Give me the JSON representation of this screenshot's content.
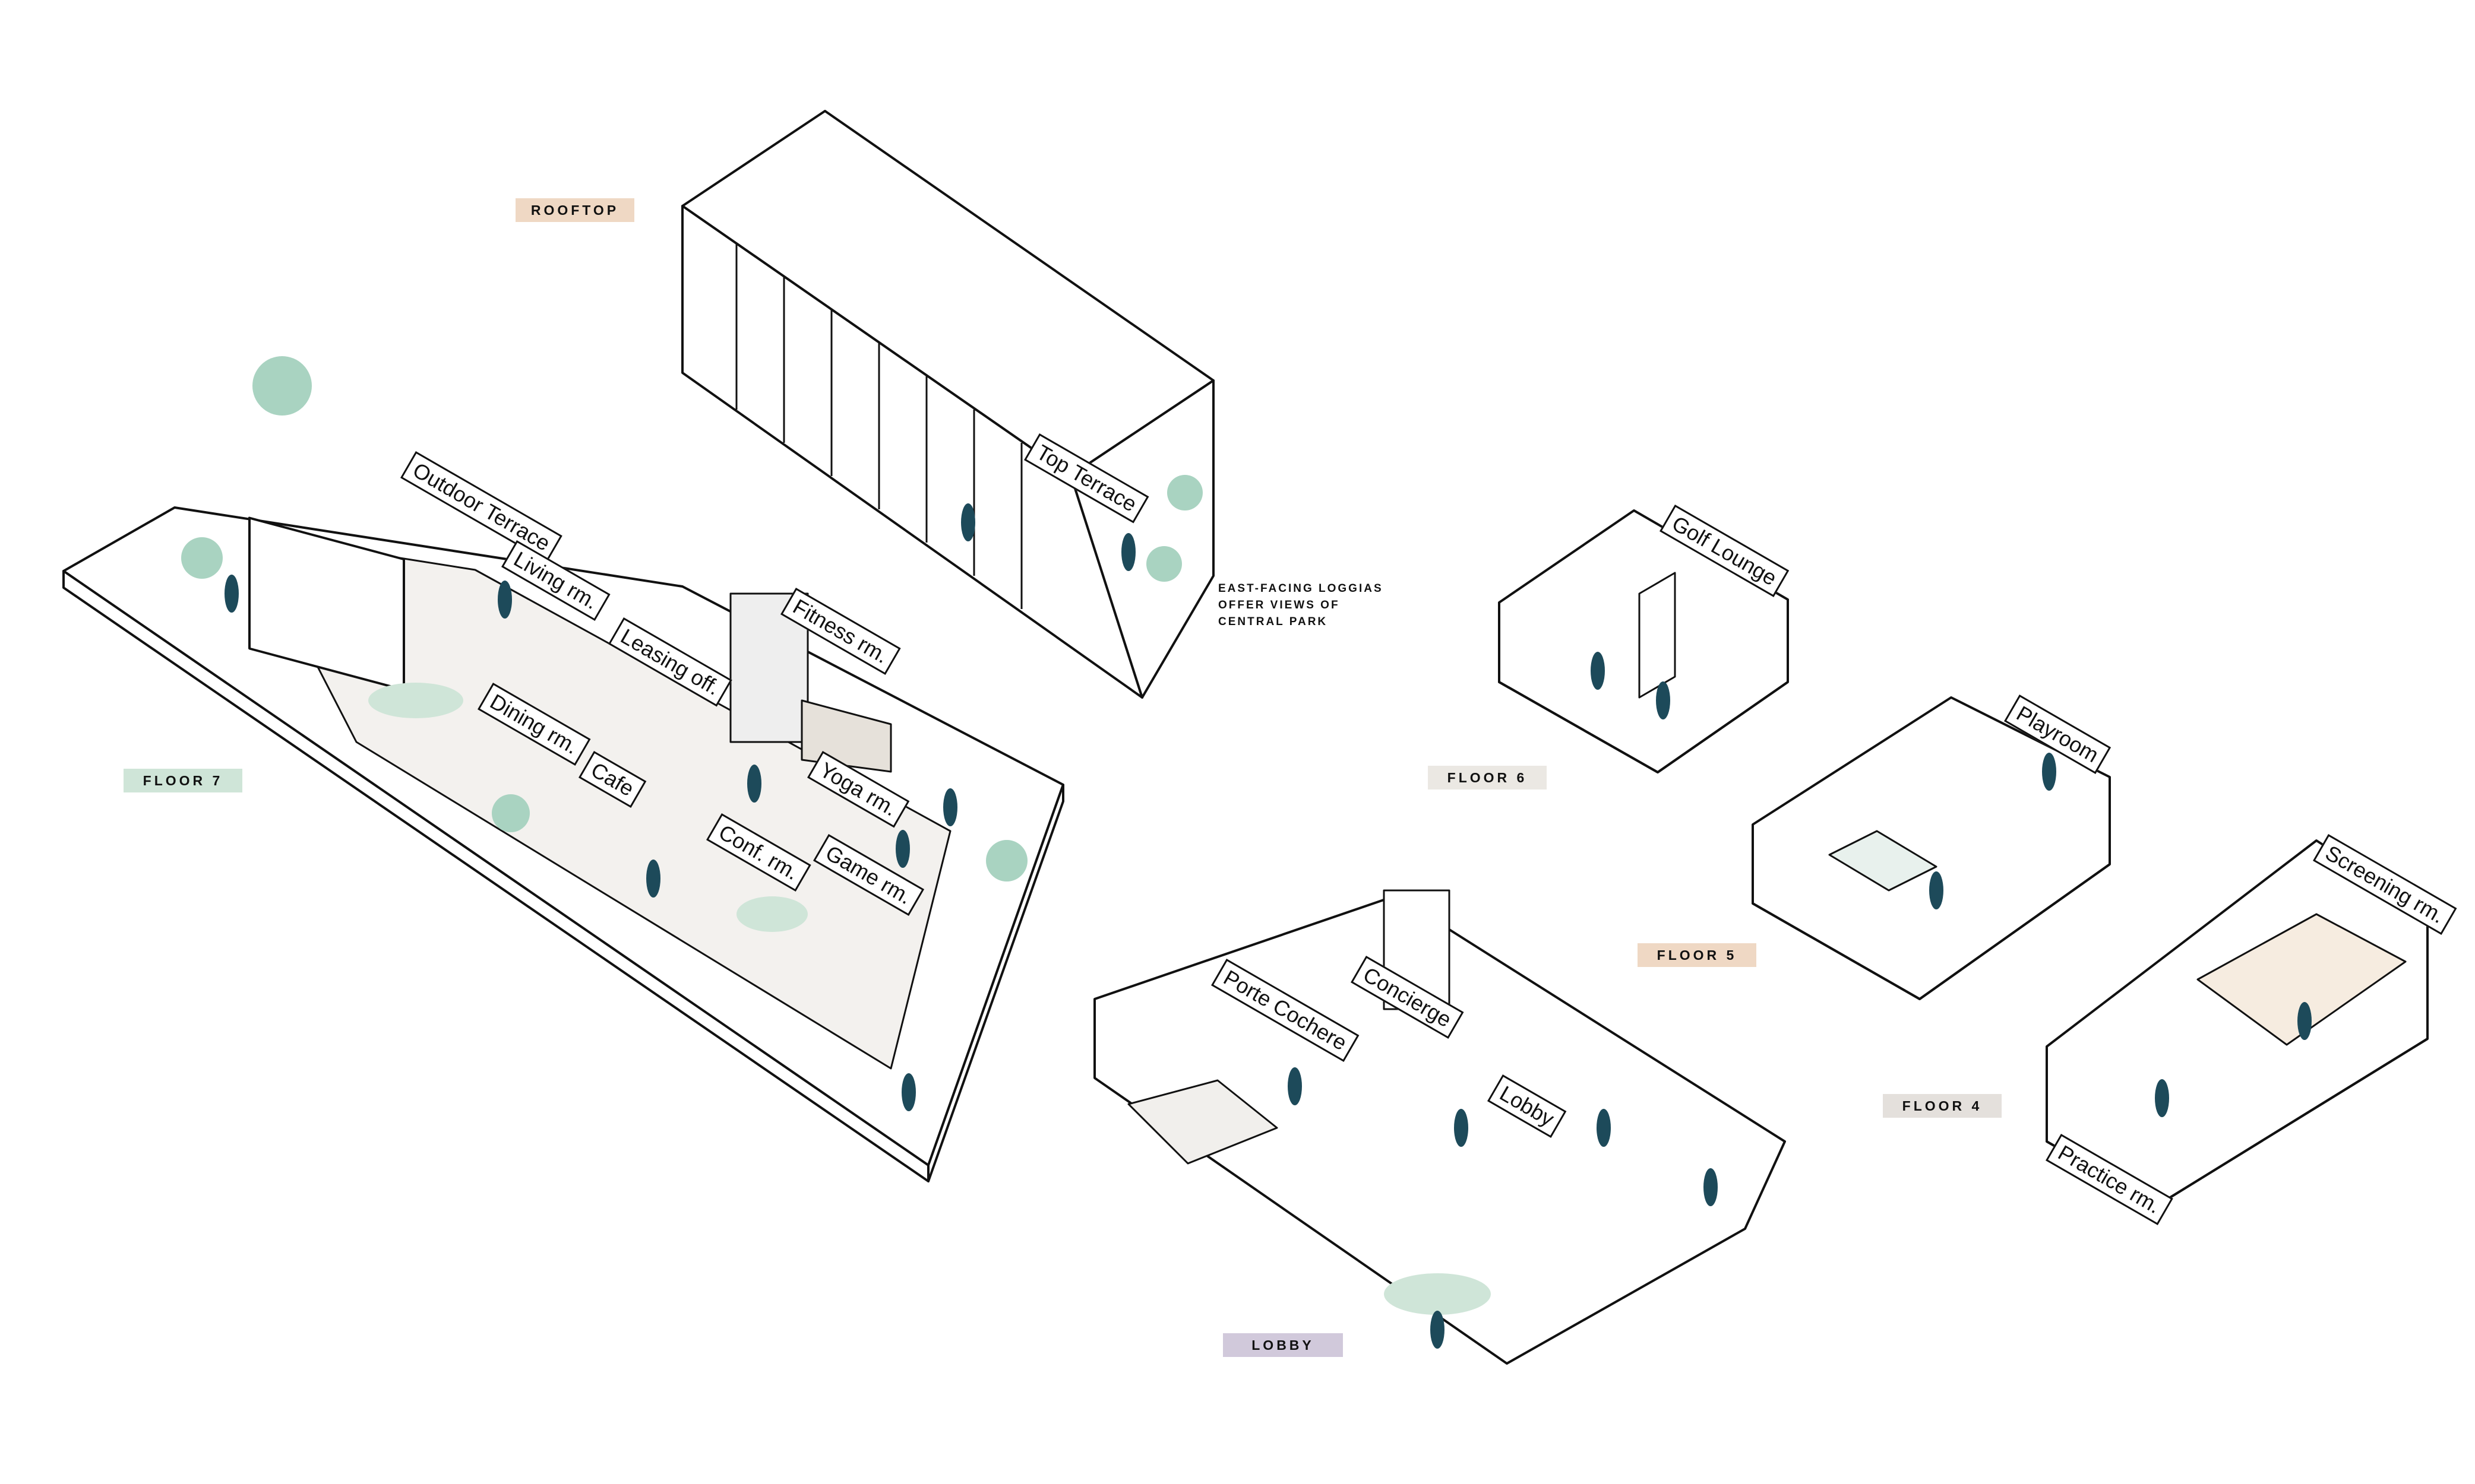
{
  "floor_tags": {
    "rooftop": {
      "label": "ROOFTOP",
      "color": "#efd8c4"
    },
    "floor7": {
      "label": "FLOOR 7",
      "color": "#cfe5d8"
    },
    "floor6": {
      "label": "FLOOR 6",
      "color": "#ebe8e3"
    },
    "floor5": {
      "label": "FLOOR 5",
      "color": "#efd8c4"
    },
    "floor4": {
      "label": "FLOOR 4",
      "color": "#e4e0dc"
    },
    "lobby": {
      "label": "LOBBY",
      "color": "#d1c9db"
    }
  },
  "annotation": {
    "line1": "EAST-FACING LOGGIAS",
    "line2": "OFFER VIEWS OF",
    "line3": "CENTRAL PARK"
  },
  "room_signs": {
    "outdoor_terrace": "Outdoor Terrace",
    "living": "Living rm.",
    "leasing": "Leasing off.",
    "fitness": "Fitness rm.",
    "dining": "Dining rm.",
    "cafe": "Cafe",
    "yoga": "Yoga rm.",
    "conf": "Conf. rm.",
    "game": "Game rm.",
    "top_terrace": "Top Terrace",
    "golf": "Golf Lounge",
    "playroom": "Playroom",
    "screening": "Screening rm.",
    "practice": "Practice rm.",
    "porte_cochere": "Porte Cochere",
    "concierge": "Concierge",
    "lobby": "Lobby"
  },
  "colors": {
    "figure": "#1d4a5a",
    "tree": "#a9d3c1",
    "line": "#111111",
    "floor_tint": "#e8e4de",
    "wood": "#e9c9a0"
  }
}
